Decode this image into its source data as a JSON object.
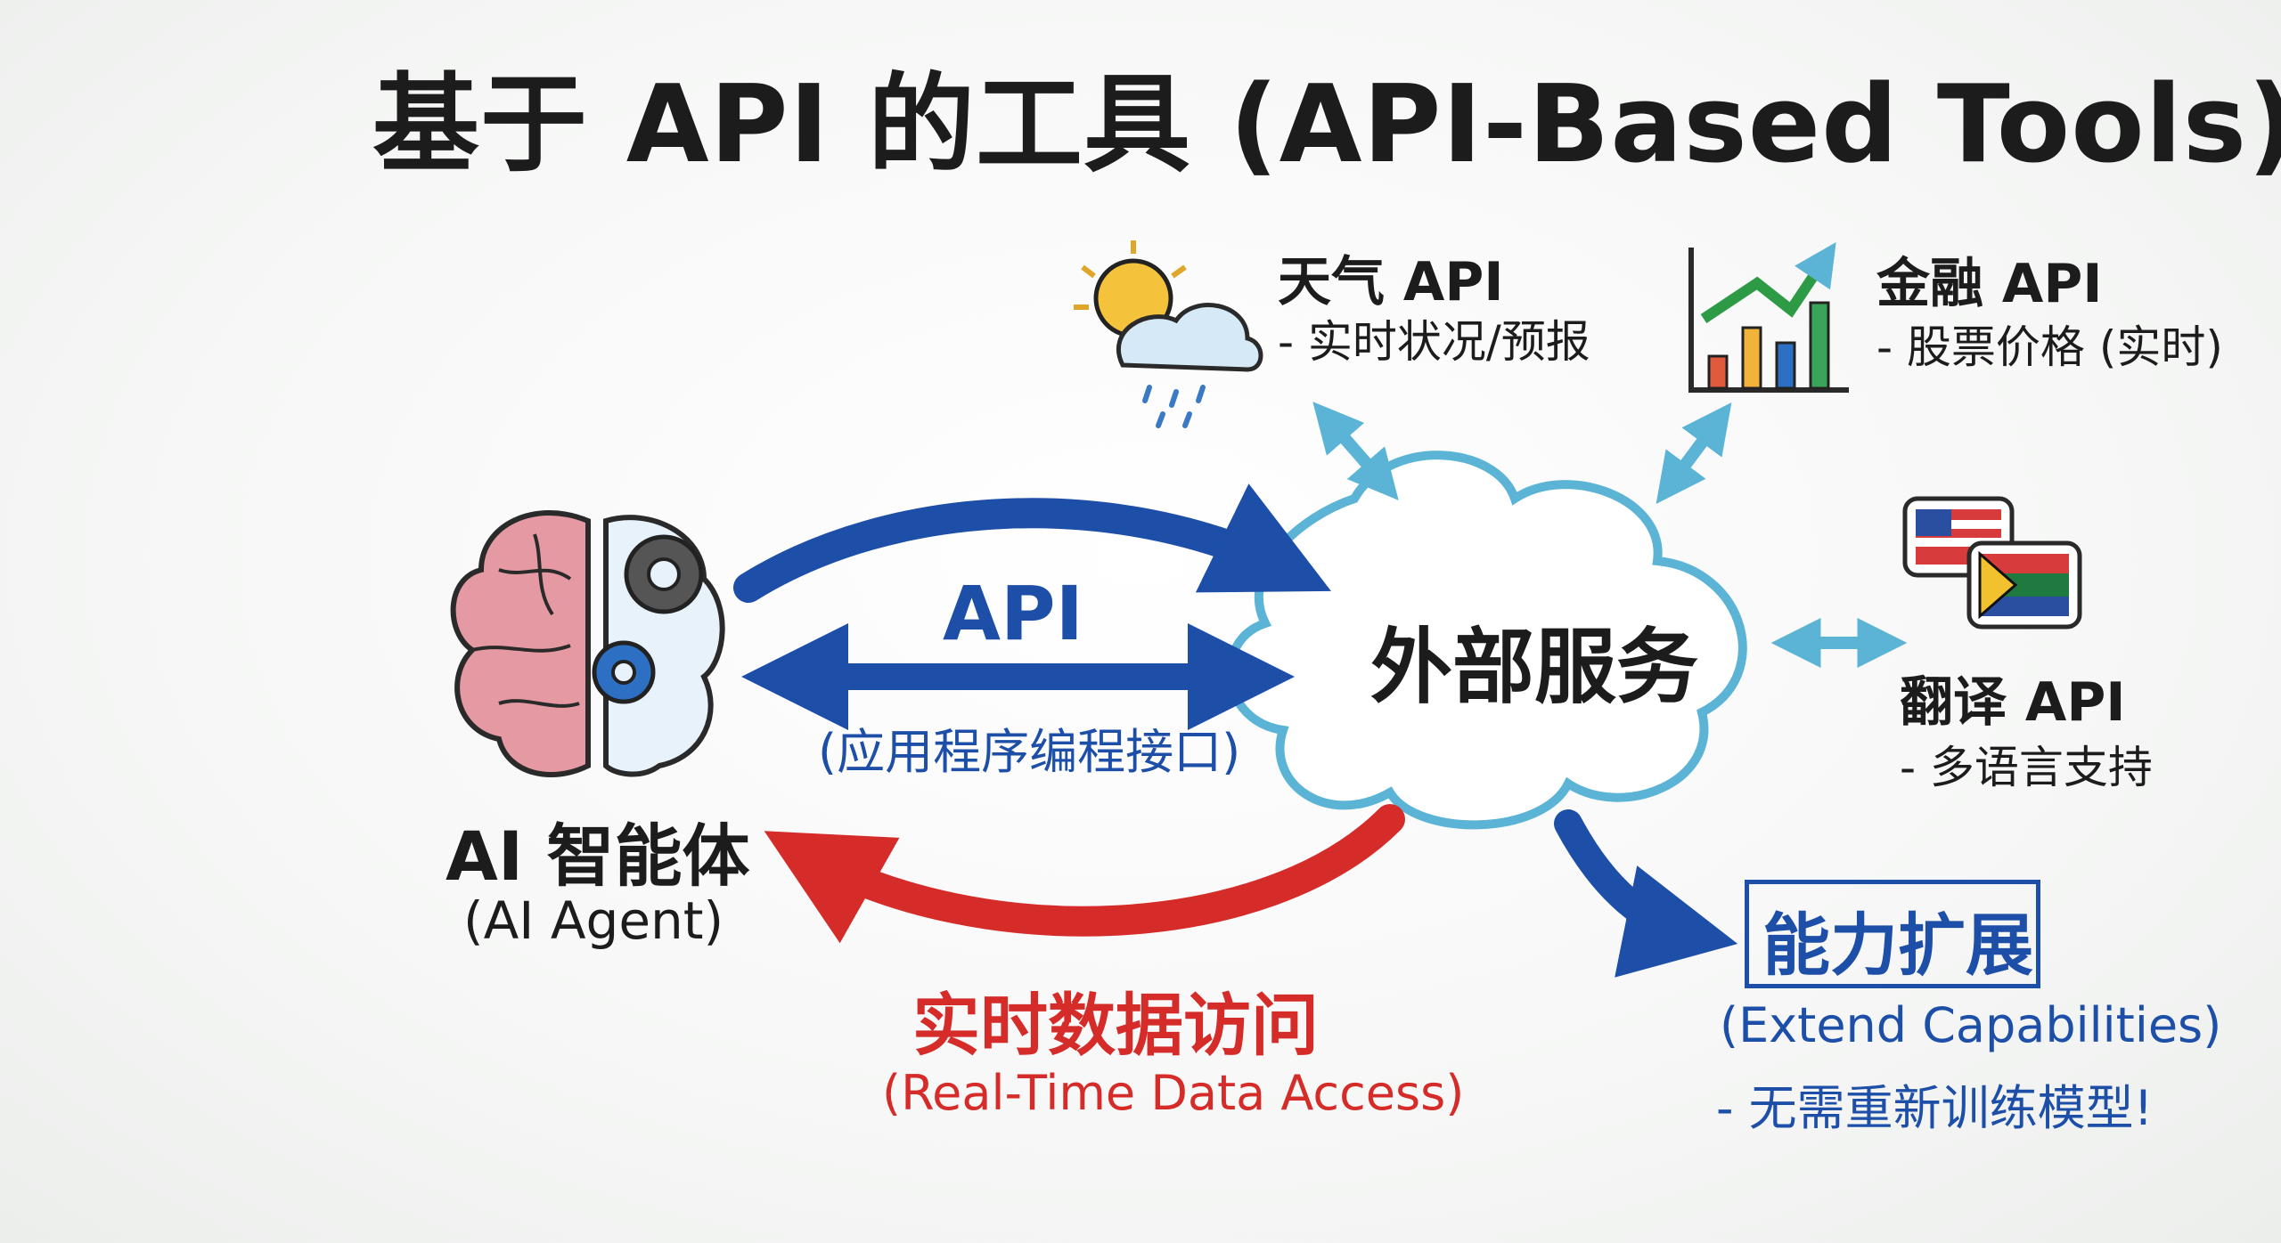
{
  "title": "基于 API 的工具 (API-Based Tools)",
  "agent": {
    "name": "AI 智能体",
    "sub": "(AI Agent)"
  },
  "api": {
    "label": "API",
    "sub": "(应用程序编程接口)"
  },
  "center": {
    "label": "外部服务"
  },
  "weather": {
    "title": "天气 API",
    "desc": "- 实时状况/预报"
  },
  "finance": {
    "title": "金融 API",
    "desc": "- 股票价格 (实时)"
  },
  "translation": {
    "title": "翻译 API",
    "desc": "- 多语言支持"
  },
  "realtime": {
    "title": "实时数据访问",
    "sub": "(Real-Time Data Access)"
  },
  "extend": {
    "title": "能力扩展",
    "sub": "(Extend Capabilities)",
    "note": "- 无需重新训练模型!"
  },
  "colors": {
    "blue": "#1d4fa8",
    "red": "#d52c2a",
    "cyan": "#5bb4d6",
    "brain": "#e59aa3",
    "gear": "#555555"
  }
}
